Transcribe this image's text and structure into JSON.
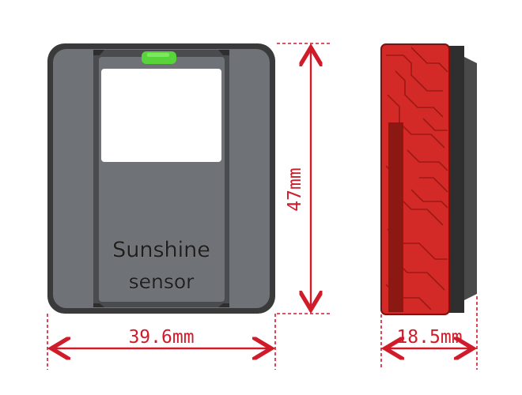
{
  "device": {
    "line1": "Sunshine",
    "line2": "sensor"
  },
  "dimensions": {
    "width": "39.6mm",
    "height": "47mm",
    "depth": "18.5mm"
  },
  "colors": {
    "dimension": "#d01c2a",
    "body_dark": "#3a3a3a",
    "body_gray": "#6f7276",
    "led": "#58d33a",
    "side_red": "#d42a27"
  }
}
